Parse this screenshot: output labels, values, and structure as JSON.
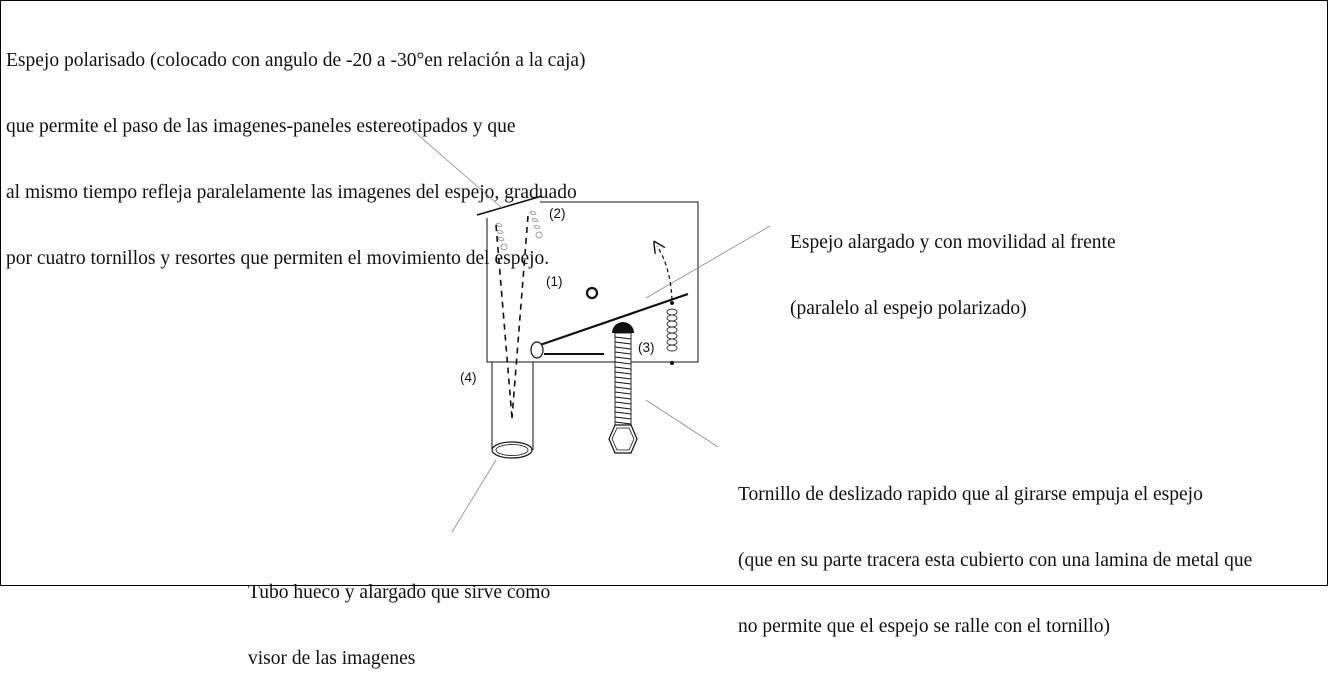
{
  "callouts": {
    "polarized_mirror": [
      "Espejo polarisado (colocado con angulo de -20 a -30°en relación a la caja)",
      "que permite el paso de las imagenes-paneles estereotipados y que",
      "al mismo tiempo refleja paralelamente las imagenes del espejo, graduado",
      "por cuatro tornillos y resortes que permiten el movimiento del espejo."
    ],
    "front_mirror": [
      "Espejo alargado y con movilidad al frente",
      "(paralelo al espejo polarizado)"
    ],
    "screw": [
      "Tornillo de deslizado rapido que al girarse empuja el espejo",
      "(que en su parte tracera esta cubierto con una lamina de metal que",
      "no permite que el espejo se ralle con el tornillo)"
    ],
    "tube": [
      "Tubo hueco y alargado que sirve como",
      "visor de las imagenes"
    ]
  },
  "markers": {
    "m1": "(1)",
    "m2": "(2)",
    "m3": "(3)",
    "m4": "(4)"
  }
}
